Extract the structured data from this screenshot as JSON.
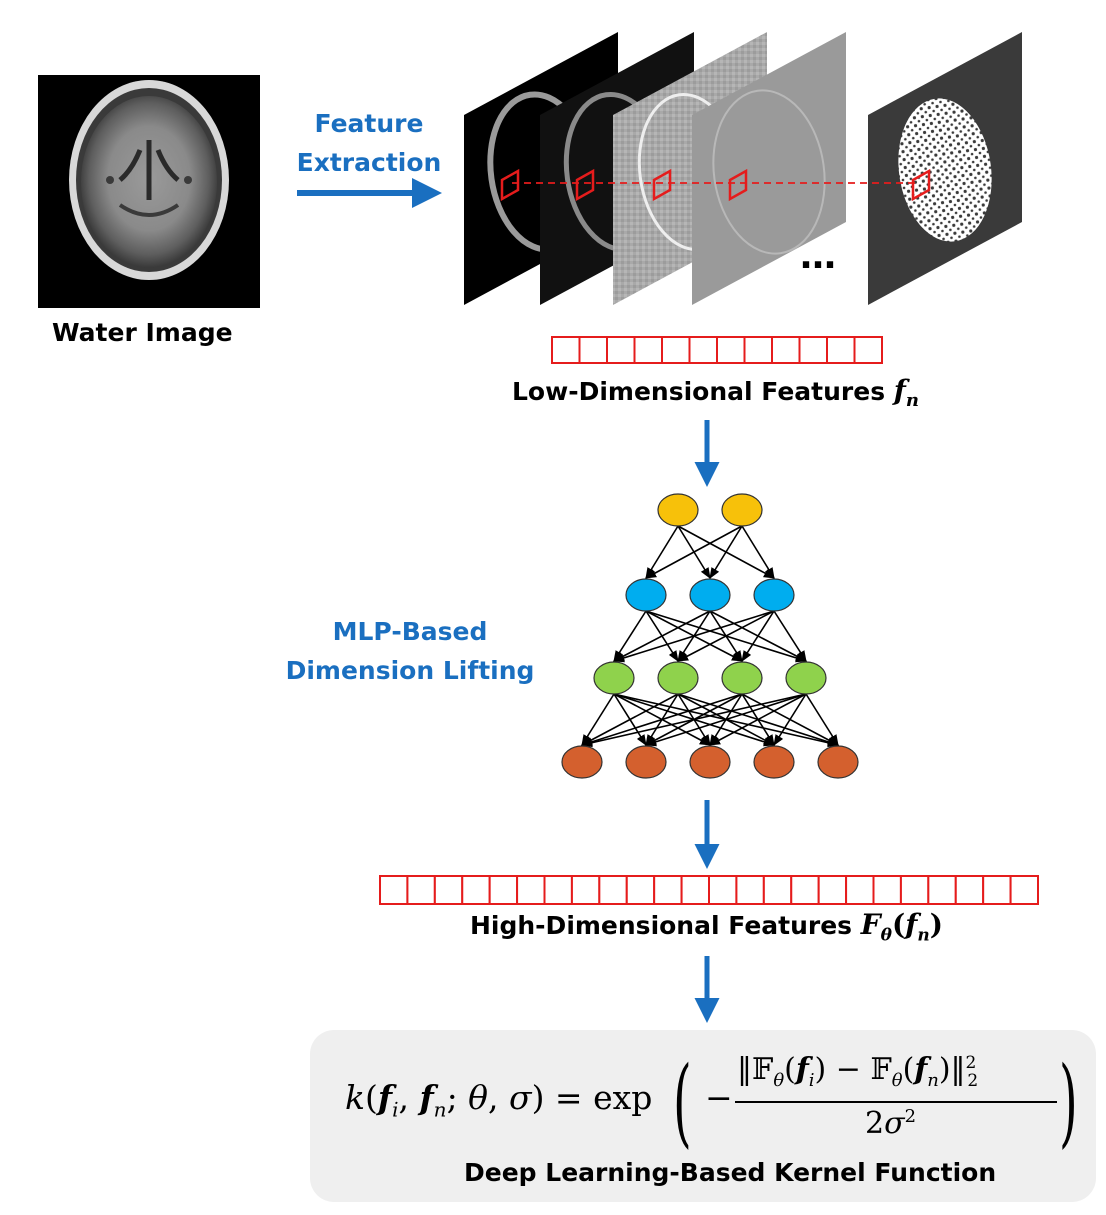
{
  "labels": {
    "water_image": "Water Image",
    "feature_extraction_line1": "Feature",
    "feature_extraction_line2": "Extraction",
    "ellipsis": "…",
    "low_dim": "Low-Dimensional Features",
    "low_dim_symbol": "f",
    "low_dim_sub": "n",
    "mlp_line1": "MLP-Based",
    "mlp_line2": "Dimension Lifting",
    "high_dim": "High-Dimensional Features",
    "kernel_caption": "Deep Learning-Based Kernel Function"
  },
  "formula": {
    "lhs": "k(f_i, f_n; θ, σ) = exp",
    "numerator": "‖𝔽θ(f_i) − 𝔽θ(f_n)‖₂²",
    "denominator": "2σ²"
  },
  "network": {
    "layers": [
      {
        "nodes": 2,
        "color": "#f7c10a"
      },
      {
        "nodes": 3,
        "color": "#00adef"
      },
      {
        "nodes": 4,
        "color": "#8fd24c"
      },
      {
        "nodes": 5,
        "color": "#d4602e"
      }
    ]
  },
  "feature_vectors": {
    "low_dim_cells": 12,
    "high_dim_cells": 24
  },
  "colors": {
    "accent_blue": "#1a6fc0",
    "highlight_red": "#e51c1c"
  }
}
